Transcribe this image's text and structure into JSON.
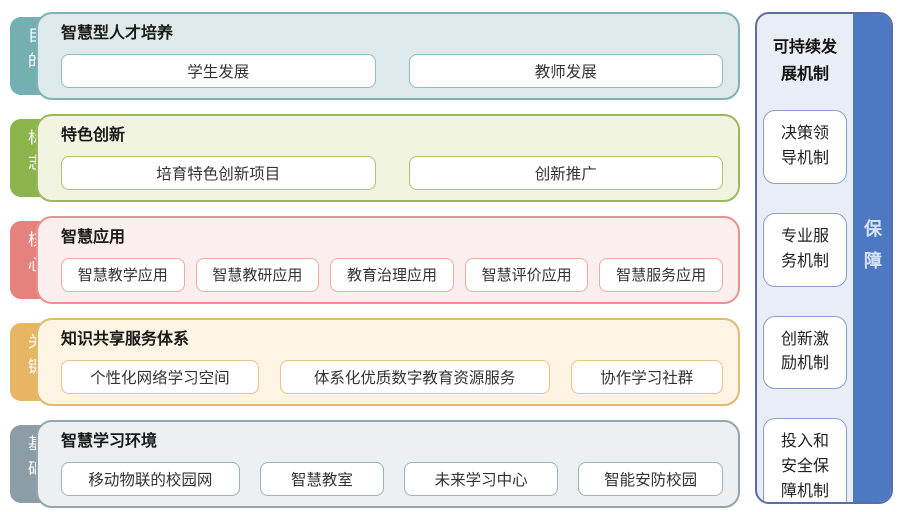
{
  "rows": [
    {
      "tab": "目的",
      "title": "智慧型人才培养",
      "items": [
        "学生发展",
        "教师发展"
      ],
      "colors": {
        "tab": "#74b0b1",
        "bg": "#dde9ea",
        "border": "#7db3b4",
        "item-border": "#8fbebf"
      }
    },
    {
      "tab": "标志",
      "title": "特色创新",
      "items": [
        "培育特色创新项目",
        "创新推广"
      ],
      "colors": {
        "tab": "#8cb44d",
        "bg": "#f1f4e1",
        "border": "#9cb85f",
        "item-border": "#aec46f"
      }
    },
    {
      "tab": "核心",
      "title": "智慧应用",
      "items": [
        "智慧教学应用",
        "智慧教研应用",
        "教育治理应用",
        "智慧评价应用",
        "智慧服务应用"
      ],
      "colors": {
        "tab": "#e5827e",
        "bg": "#fbeeee",
        "border": "#e9938f",
        "item-border": "#eda9a6"
      }
    },
    {
      "tab": "关键",
      "title": "知识共享服务体系",
      "items": [
        "个性化网络学习空间",
        "体系化优质数字教育资源服务",
        "协作学习社群"
      ],
      "colors": {
        "tab": "#e7b664",
        "bg": "#fdf4e3",
        "border": "#e0ba6e",
        "item-border": "#e6c583"
      }
    },
    {
      "tab": "基础",
      "title": "智慧学习环境",
      "items": [
        "移动物联的校园网",
        "智慧教室",
        "未来学习中心",
        "智能安防校园"
      ],
      "colors": {
        "tab": "#8c9da7",
        "bg": "#edf0f2",
        "border": "#94a5ae",
        "item-border": "#9fb0b8"
      }
    }
  ],
  "right_panel": {
    "title": "可持续发展机制",
    "items": [
      "决策领导机制",
      "专业服务机制",
      "创新激励机制",
      "投入和安全保障机制"
    ],
    "side_label": "保障",
    "colors": {
      "bg": "#e9edf6",
      "border": "#5a6da8",
      "strip": "#4d78c2",
      "item-border": "#8b9dcb",
      "side-text": "#d8e4f8"
    }
  }
}
